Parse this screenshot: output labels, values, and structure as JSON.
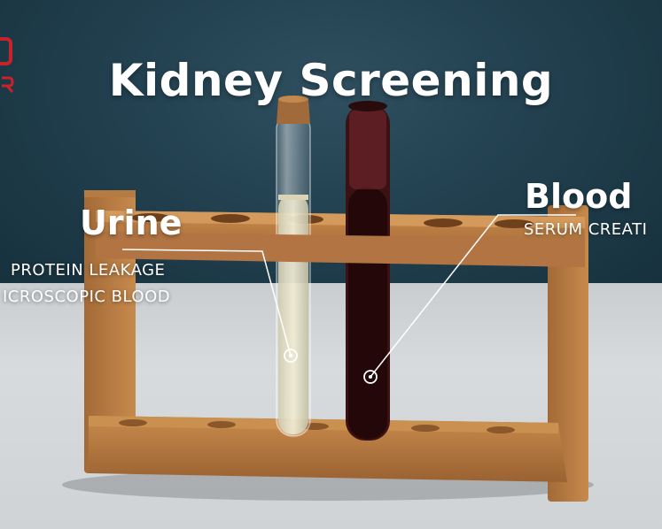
{
  "title": "Kidney Screening",
  "urine": {
    "label": "Urine",
    "lines": [
      "PROTEIN LEAKAGE",
      "ICROSCOPIC BLOOD"
    ]
  },
  "blood": {
    "label": "Blood",
    "lines": [
      "SERUM CREATI"
    ]
  },
  "colors": {
    "wall": "#22404f",
    "wood": "#b5773f",
    "urine": "#e6e2c8",
    "blood": "#2a0b0c",
    "text": "#ffffff",
    "logo": "#c8222a"
  }
}
